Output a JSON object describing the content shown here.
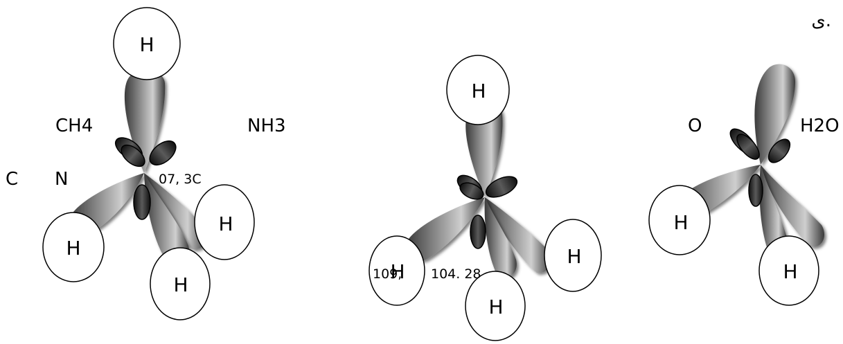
{
  "labels": {
    "ch4": "CH4",
    "nh3": "NH3",
    "h2o": "H2O",
    "carbon": "C",
    "nitrogen": "N",
    "oxygen": "O",
    "angle_ch4": "07, 3C",
    "angle_nh3_a": "109,",
    "angle_nh3_b": "104. 28",
    "arabic_mark": "ى."
  },
  "atoms": {
    "h": "H"
  },
  "colors": {
    "lobe_dark": "#3a3a3a",
    "lobe_mid": "#8c8c8c",
    "lobe_light": "#cfcfcf",
    "lone_pair": "#1e1e1e",
    "outline": "#000000"
  }
}
